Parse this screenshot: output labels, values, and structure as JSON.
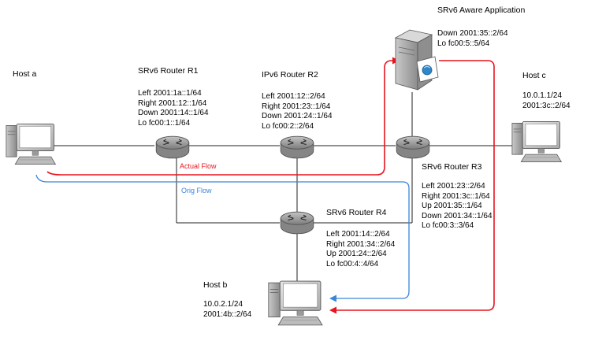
{
  "nodes": {
    "host_a": {
      "name": "Host a"
    },
    "r1": {
      "name": "SRv6 Router R1",
      "lines": [
        "Left 2001:1a::1/64",
        "Right 2001:12::1/64",
        "Down 2001:14::1/64",
        "Lo fc00:1::1/64"
      ]
    },
    "r2": {
      "name": "IPv6 Router R2",
      "lines": [
        "Left 2001:12::2/64",
        "Right 2001:23::1/64",
        "Down 2001:24::1/64",
        "Lo fc00:2::2/64"
      ]
    },
    "app": {
      "name": "SRv6 Aware Application",
      "lines": [
        "Down 2001:35::2/64",
        "Lo fc00:5::5/64"
      ]
    },
    "host_c": {
      "name": "Host c",
      "lines": [
        "10.0.1.1/24",
        "2001:3c::2/64"
      ]
    },
    "r3": {
      "name": "SRv6 Router R3",
      "lines": [
        "Left 2001:23::2/64",
        "Right 2001:3c::1/64",
        "Up 2001:35::1/64",
        "Down 2001:34::1/64",
        "Lo fc00:3::3/64"
      ]
    },
    "r4": {
      "name": "SRv6 Router R4",
      "lines": [
        "Left 2001:14::2/64",
        "Right 2001:34::2/64",
        "Up 2001:24::2/64",
        "Lo fc00:4::4/64"
      ]
    },
    "host_b": {
      "name": "Host b",
      "lines": [
        "10.0.2.1/24",
        "2001:4b::2/64"
      ]
    }
  },
  "flows": {
    "actual": "Actual Flow",
    "orig": "Orig Flow"
  },
  "colors": {
    "actual_flow": "#e8141e",
    "orig_flow": "#3a86d8",
    "link": "#222222",
    "router_fill": "#9a9a9a"
  }
}
